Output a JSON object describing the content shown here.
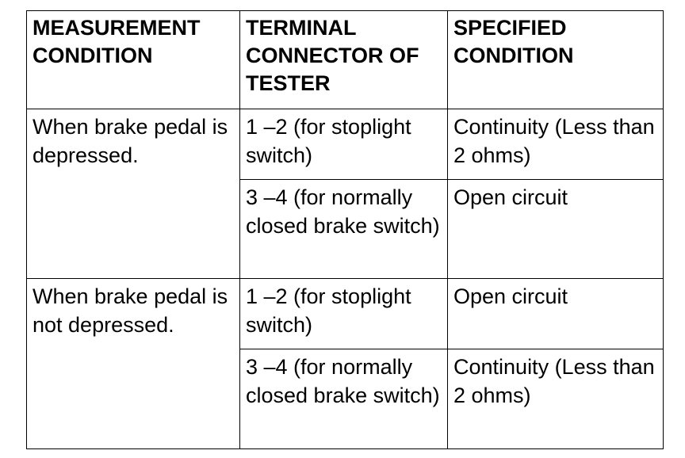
{
  "table": {
    "headers": [
      "MEASUREMENT CONDITION",
      "TERMINAL CONNECTOR OF TESTER",
      "SPECIFIED CONDITION"
    ],
    "groups": [
      {
        "condition": "When brake pedal is depressed.",
        "rows": [
          {
            "terminal": "1 –2 (for stoplight switch)",
            "specified": "Continuity (Less than 2 ohms)"
          },
          {
            "terminal": "3 –4 (for normally closed brake switch)",
            "specified": "Open circuit"
          }
        ]
      },
      {
        "condition": "When brake pedal is not depressed.",
        "rows": [
          {
            "terminal": "1 –2 (for stoplight switch)",
            "specified": "Open circuit"
          },
          {
            "terminal": "3 –4 (for normally closed brake switch)",
            "specified": "Continuity (Less than 2 ohms)"
          }
        ]
      }
    ]
  }
}
